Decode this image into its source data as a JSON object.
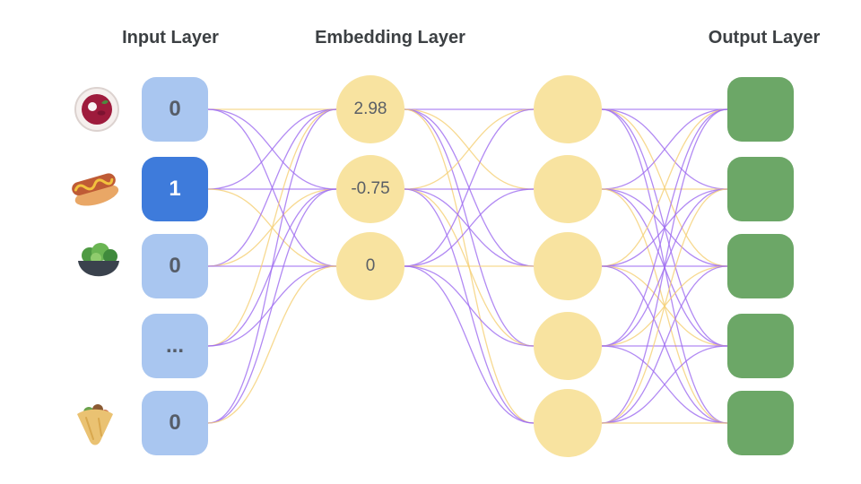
{
  "titles": {
    "input": "Input Layer",
    "embedding": "Embedding Layer",
    "output": "Output Layer"
  },
  "input_layer": {
    "nodes": [
      {
        "value": "0",
        "icon": "borscht-bowl",
        "selected": false
      },
      {
        "value": "1",
        "icon": "hot-dog",
        "selected": true
      },
      {
        "value": "0",
        "icon": "salad-bowl",
        "selected": false
      },
      {
        "value": "...",
        "icon": null,
        "selected": false
      },
      {
        "value": "0",
        "icon": "pita-wrap",
        "selected": false
      }
    ]
  },
  "embedding_layer": {
    "nodes": [
      {
        "value": "2.98"
      },
      {
        "value": "-0.75"
      },
      {
        "value": "0"
      }
    ]
  },
  "hidden_layer": {
    "node_count": 5
  },
  "output_layer": {
    "node_count": 5
  },
  "colors": {
    "input_fill": "#a9c6f0",
    "input_selected": "#3e7bdb",
    "embed_fill": "#f8e3a0",
    "output_fill": "#6ca767",
    "edge_purple": "#9d6cf0",
    "edge_yellow": "#f5cf74"
  }
}
